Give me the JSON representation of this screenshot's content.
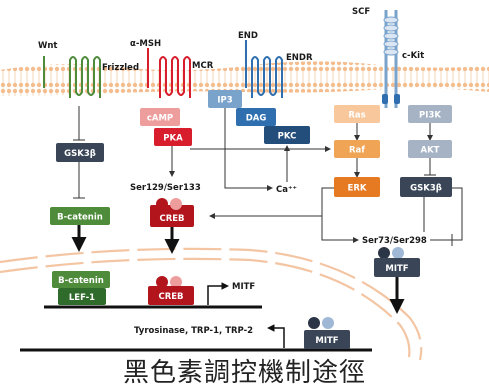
{
  "receptors": {
    "wnt": "Wnt",
    "frizzled": "Frizzled",
    "amsh": "α-MSH",
    "mcr": "MCR",
    "end": "END",
    "endr": "ENDR",
    "scf": "SCF",
    "ckit": "c-Kit"
  },
  "nodes": {
    "camp": "cAMP",
    "pka": "PKA",
    "ip3": "IP3",
    "dag": "DAG",
    "pkc": "PKC",
    "ras": "Ras",
    "raf": "Raf",
    "erk": "ERK",
    "pi3k": "PI3K",
    "akt": "AKT",
    "gsk3b_right": "GSK3β",
    "gsk3b_left": "GSK3β",
    "bcatenin": "B-catenin",
    "creb": "CREB",
    "ser129": "Ser129/Ser133",
    "ca": "Ca⁺⁺",
    "ser73": "Ser73/Ser298",
    "mitf_cyto": "MITF"
  },
  "nucleus": {
    "bcatenin": "B-catenin",
    "lef1": "LEF-1",
    "creb": "CREB",
    "mitf_gene": "MITF",
    "targets": "Tyrosinase, TRP-1, TRP-2",
    "mitf_tf": "MITF"
  },
  "caption": "黑色素調控機制途徑",
  "colors": {
    "membrane": "#f7c9a0",
    "green": "#4e8b3a",
    "red": "#d81e2c",
    "pink": "#ee9d9d",
    "blue_light": "#7aa3cc",
    "blue_mid": "#2f6fb0",
    "blue_dark": "#234d7a",
    "orange_light": "#f8c79c",
    "orange": "#f0a455",
    "orange_dark": "#e57a22",
    "gray_light": "#a5b3c4",
    "slate": "#3a4657"
  }
}
